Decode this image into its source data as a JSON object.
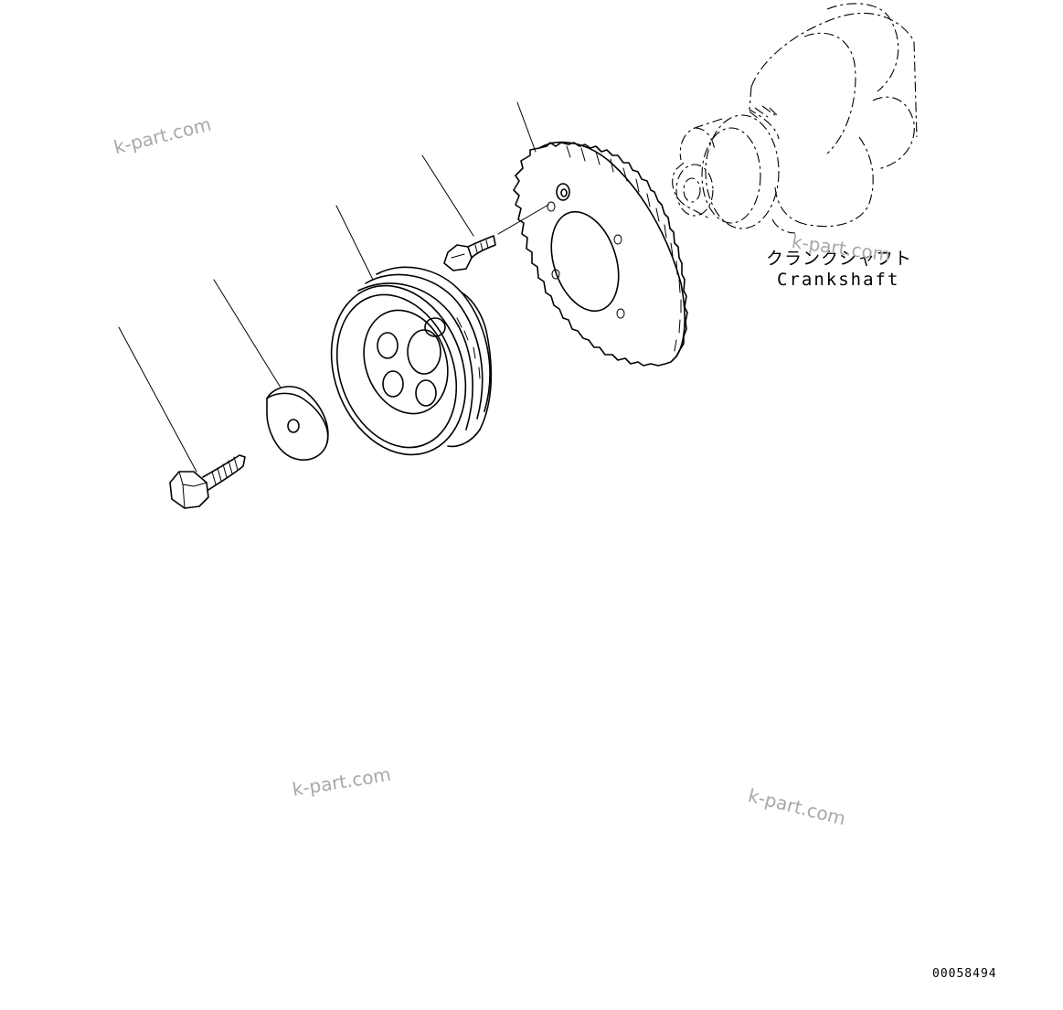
{
  "label": {
    "japanese": "クランクシャフト",
    "english": "Crankshaft"
  },
  "watermarks": [
    "k-part.com",
    "k-part.com",
    "k-part.com",
    "k-part.com"
  ],
  "drawing_number": "00058494",
  "parts": [
    "bolt",
    "washer",
    "pulley",
    "flange-bolt",
    "tone-wheel",
    "crankshaft"
  ]
}
